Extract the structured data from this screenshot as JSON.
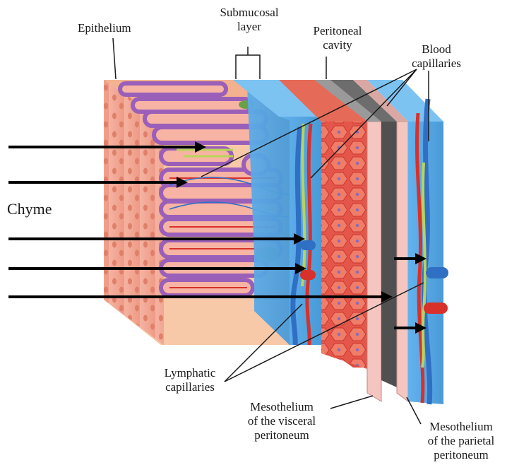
{
  "labels": {
    "epithelium": "Epithelium",
    "submucosal_line1": "Submucosal",
    "submucosal_line2": "layer",
    "peritoneal_line1": "Peritoneal",
    "peritoneal_line2": "cavity",
    "blood_line1": "Blood",
    "blood_line2": "capillaries",
    "chyme": "Chyme",
    "lymphatic_line1": "Lymphatic",
    "lymphatic_line2": "capillaries",
    "meso_visceral_line1": "Mesothelium",
    "meso_visceral_line2": "of the visceral",
    "meso_visceral_line3": "peritoneum",
    "meso_parietal_line1": "Mesothelium",
    "meso_parietal_line2": "of the parietal",
    "meso_parietal_line3": "peritoneum"
  },
  "colors": {
    "epithelium_face": "#f2a48f",
    "villus_border": "#9a5fb8",
    "villus_core": "#f7b9a8",
    "lacteal": "#e8dca0",
    "blood_red": "#d8312b",
    "blood_blue": "#2f6fc4",
    "lymph_green": "#b9d45a",
    "submucosa": "#5aa9e6",
    "muscle": "#e0584a",
    "mesothelium": "#555555",
    "arrow": "#000000"
  }
}
